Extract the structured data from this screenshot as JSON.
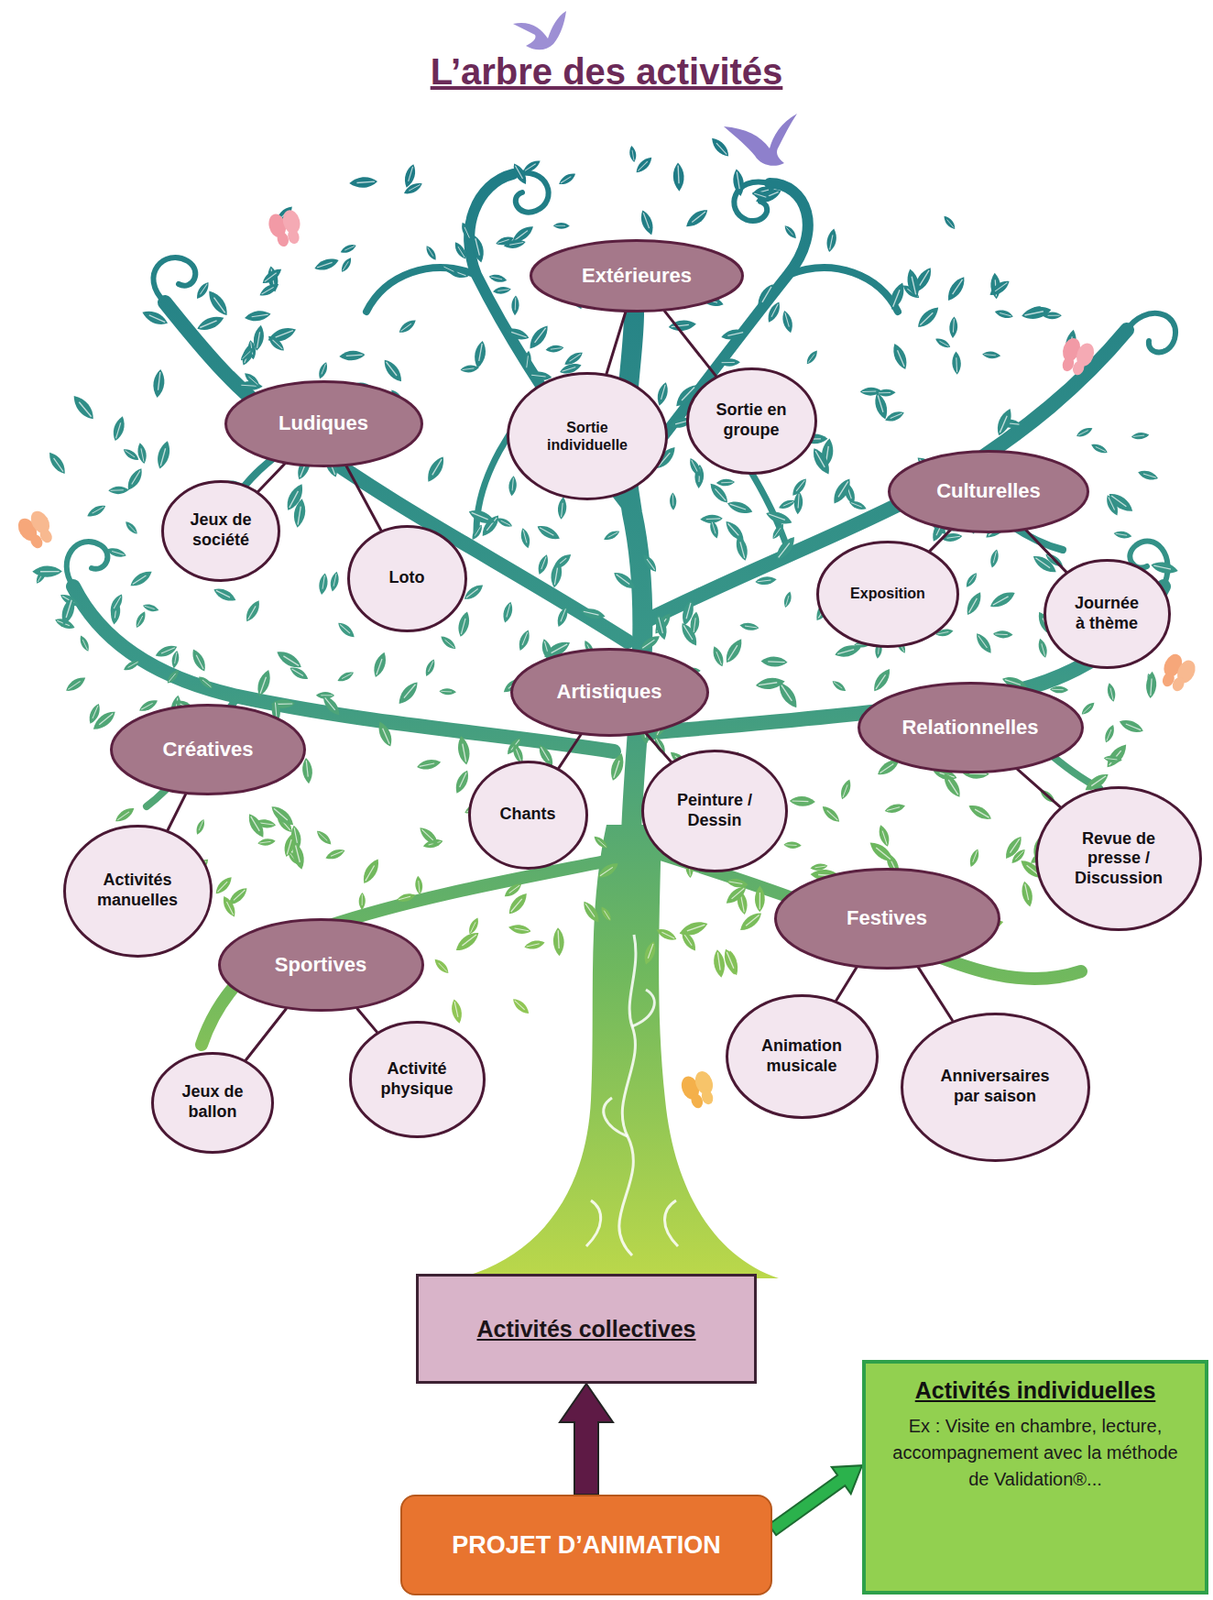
{
  "diagram": {
    "title": "L’arbre des activités",
    "nodes": [
      {
        "text": [
          "Extérieures"
        ]
      },
      {
        "text": [
          "Sortie individuelle"
        ]
      },
      {
        "text": [
          "Sortie en groupe"
        ]
      },
      {
        "text": [
          "Ludiques"
        ]
      },
      {
        "text": [
          "Jeux de société"
        ]
      },
      {
        "text": [
          "Loto"
        ]
      },
      {
        "text": [
          "Culturelles"
        ]
      },
      {
        "text": [
          "Exposition"
        ]
      },
      {
        "text": [
          "Journée à thème"
        ]
      },
      {
        "text": [
          "Artistiques"
        ]
      },
      {
        "text": [
          "Chants"
        ]
      },
      {
        "text": [
          "Peinture / Dessin"
        ]
      },
      {
        "text": [
          "Créatives"
        ]
      },
      {
        "text": [
          "Activités manuelles"
        ]
      },
      {
        "text": [
          "Relationnelles"
        ]
      },
      {
        "text": [
          "Revue de presse / Discussion"
        ]
      },
      {
        "text": [
          "Festives"
        ]
      },
      {
        "text": [
          "Animation musicale"
        ]
      },
      {
        "text": [
          "Anniversaires par saison"
        ]
      },
      {
        "text": [
          "Sportives"
        ]
      },
      {
        "text": [
          "Jeux de ballon"
        ]
      },
      {
        "text": [
          "Activité physique"
        ]
      },
      {
        "text": [
          "Activités collectives"
        ]
      },
      {
        "text": [
          "Activités individuelles",
          "Ex : Visite en chambre, lecture, accompagnement avec la méthode de Validation®..."
        ]
      },
      {
        "text": [
          "PROJET D’ANIMATION"
        ]
      }
    ],
    "edges": [
      {
        "from": 0,
        "to": 1,
        "arrow": "none"
      },
      {
        "from": 0,
        "to": 2,
        "arrow": "none"
      },
      {
        "from": 3,
        "to": 4,
        "arrow": "none"
      },
      {
        "from": 3,
        "to": 5,
        "arrow": "none"
      },
      {
        "from": 6,
        "to": 7,
        "arrow": "none"
      },
      {
        "from": 6,
        "to": 8,
        "arrow": "none"
      },
      {
        "from": 9,
        "to": 10,
        "arrow": "none"
      },
      {
        "from": 9,
        "to": 11,
        "arrow": "none"
      },
      {
        "from": 12,
        "to": 13,
        "arrow": "none"
      },
      {
        "from": 14,
        "to": 15,
        "arrow": "none"
      },
      {
        "from": 16,
        "to": 17,
        "arrow": "none"
      },
      {
        "from": 16,
        "to": 18,
        "arrow": "none"
      },
      {
        "from": 19,
        "to": 20,
        "arrow": "none"
      },
      {
        "from": 19,
        "to": 21,
        "arrow": "none"
      },
      {
        "from": 24,
        "to": 22,
        "arrow": "to"
      },
      {
        "from": 24,
        "to": 23,
        "arrow": "to"
      }
    ]
  }
}
